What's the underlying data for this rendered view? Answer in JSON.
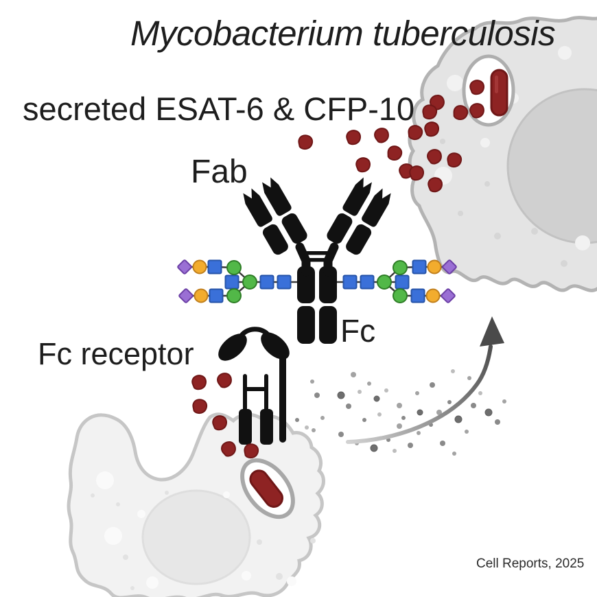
{
  "title": "Mycobacterium tuberculosis",
  "subtitle": "secreted ESAT-6 & CFP-10",
  "labels": {
    "fab": "Fab",
    "fc": "Fc",
    "fc_receptor": "Fc receptor"
  },
  "citation": "Cell Reports, 2025",
  "icons": {
    "macrophage_cell": "amoeboid gray cell with nucleus and vesicles",
    "bacterium_rod": "dark red rod-shaped M. tuberculosis inside white phagosome",
    "secreted_protein_blob": "small dark red blob (ESAT-6 / CFP-10)",
    "antibody": "black Y-shaped IgG with notched Fab tips",
    "glycan_blue_square": "GlcNAc",
    "glycan_green_circle": "mannose",
    "glycan_yellow_circle": "galactose",
    "glycan_purple_diamond": "sialic acid",
    "fc_receptor_icon": "black receptor with two oval binding domains and two ITAM chains",
    "signal_dots": "gray speckle cloud",
    "curved_arrow": "gray gradient arrow curving up toward infected cell"
  },
  "colors": {
    "background": "#ffffff",
    "text": "#1d1d1d",
    "antibody-black": "#111111",
    "pathogen-red": "#8e2323",
    "pathogen-red-dark": "#6f1717",
    "cell-fill-top": "#e4e4e4",
    "cell-stroke-top": "#b3b3b3",
    "cell-fill-bottom": "#f2f2f2",
    "cell-stroke-bottom": "#c6c6c6",
    "nucleus-top": "#d0d0d0",
    "nucleus-bottom": "#e7e7e7",
    "glycan-blue": "#3a70d9",
    "glycan-green": "#52b848",
    "glycan-yellow": "#f2ac2e",
    "glycan-purple": "#9a6fd4",
    "arrow-dark": "#4a4a4a",
    "arrow-light": "#d2d2d2"
  }
}
